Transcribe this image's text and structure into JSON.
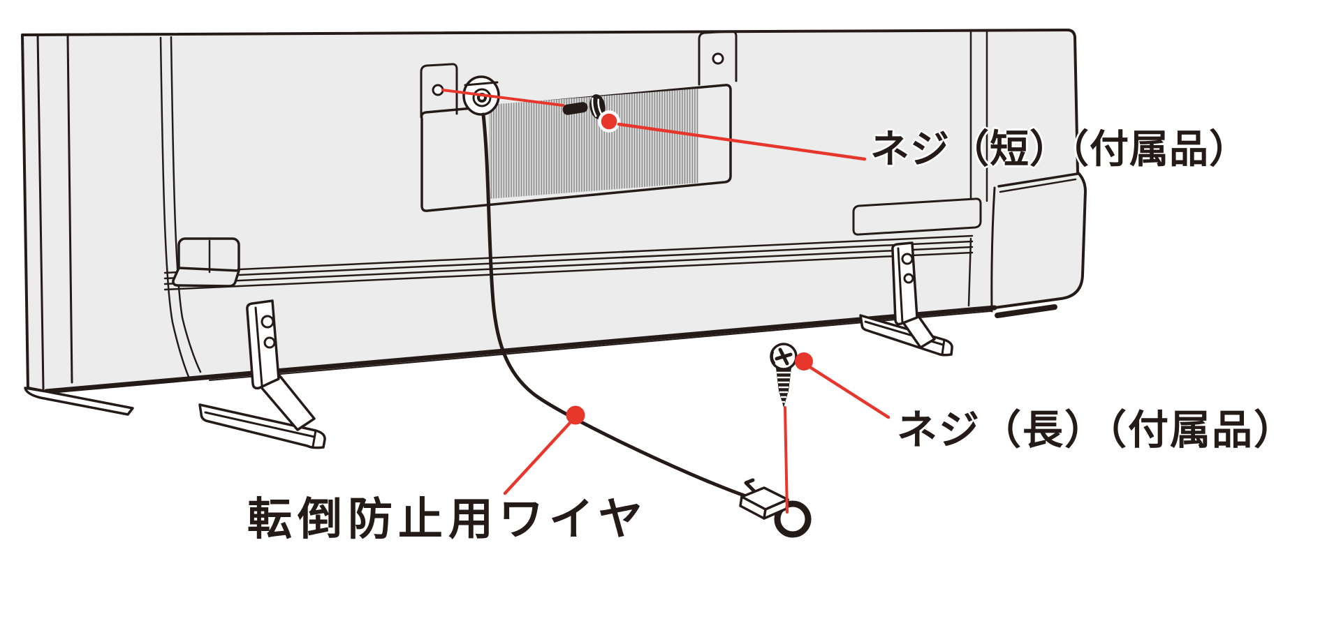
{
  "figure": {
    "description": "TV rear-view installation diagram for anti-tip wire",
    "background": "#ffffff"
  },
  "colors": {
    "ink": "#241b18",
    "red": "#e7372c",
    "panel": "#ececec",
    "grille_line": "#7f7f7f",
    "grille_bg": "#dcdcdc"
  },
  "labels": {
    "screw_short": "ネジ（短）（付属品）",
    "screw_long": "ネジ（長）（付属品）",
    "wire": "転倒防止用ワイヤ"
  },
  "parts": [
    "tv-back-panel",
    "anti-tip-bracket-plate",
    "vent-grille",
    "wire-eyelet-fitting",
    "short-screw",
    "long-screw",
    "anti-tip-wire",
    "wire-ring-terminal",
    "stand-leg-left",
    "stand-leg-right"
  ]
}
